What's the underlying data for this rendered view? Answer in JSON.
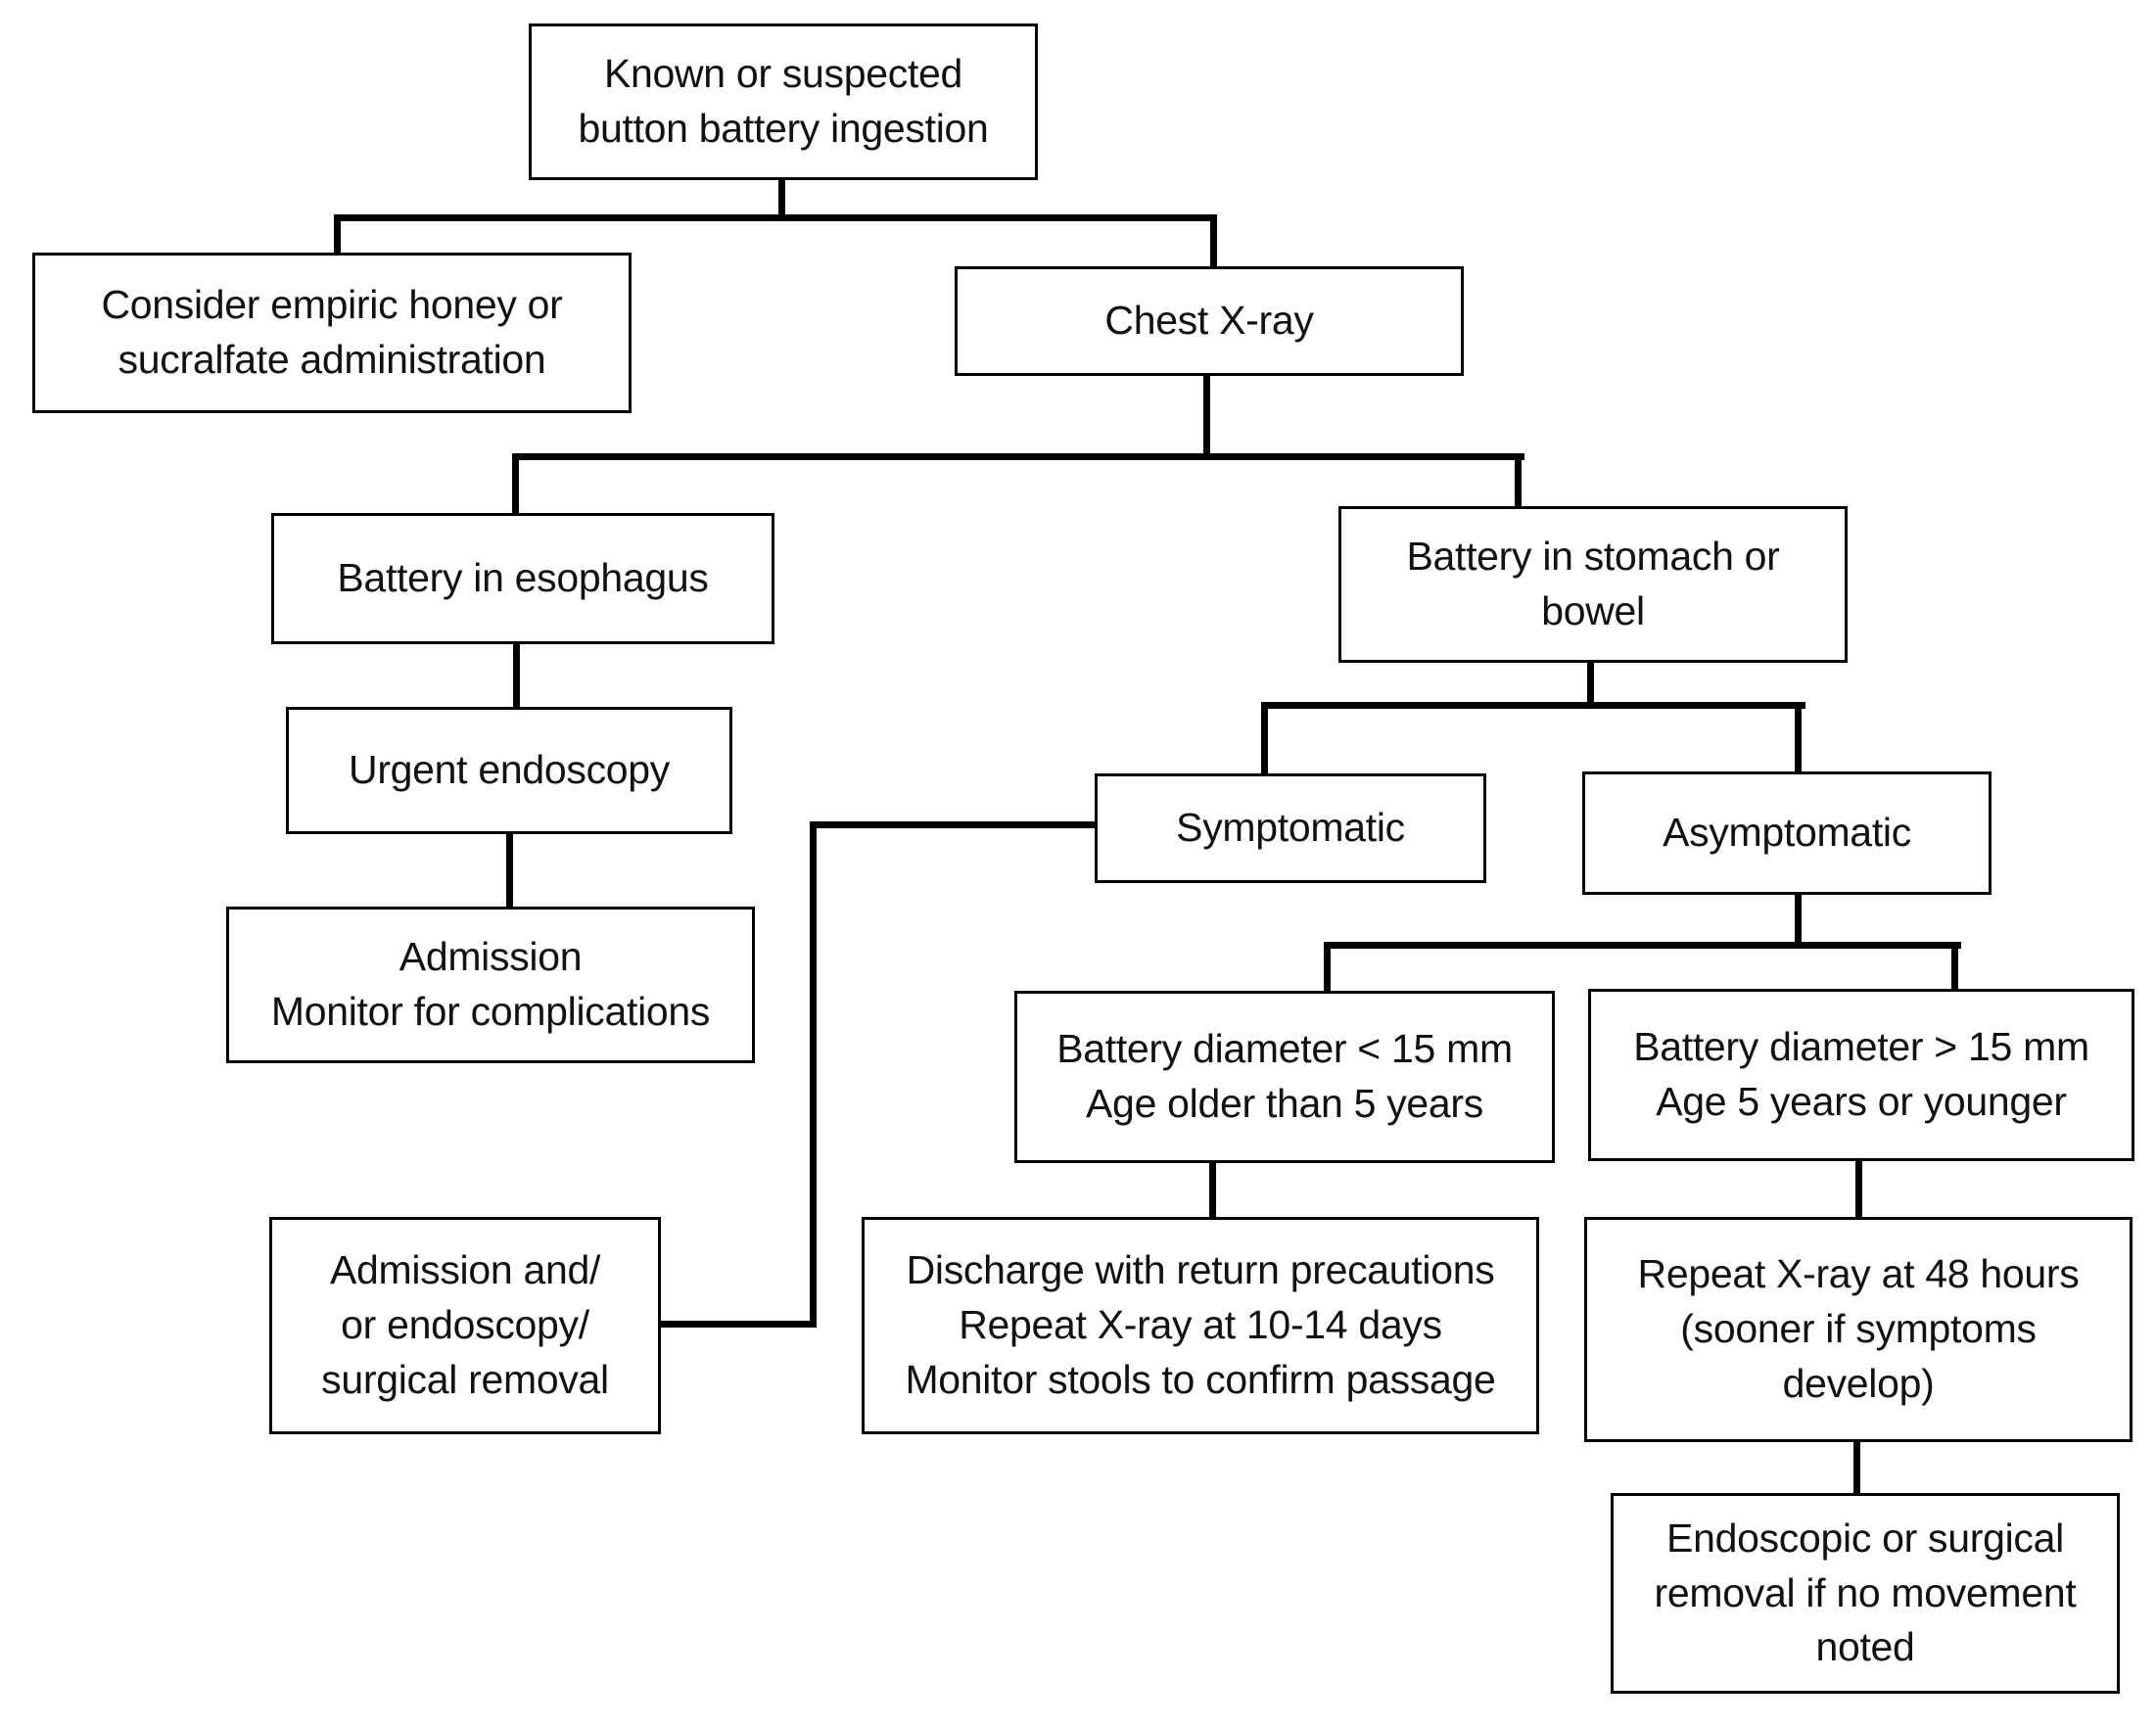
{
  "colors": {
    "background": "#ffffff",
    "box_border": "#000000",
    "connector": "#000000",
    "text": "#111111"
  },
  "nodes": {
    "start": {
      "lines": [
        "Known or suspected",
        "button battery ingestion"
      ]
    },
    "honey": {
      "lines": [
        "Consider empiric honey or",
        "sucralfate administration"
      ]
    },
    "chest_xray": {
      "lines": [
        "Chest X-ray"
      ]
    },
    "esophagus": {
      "lines": [
        "Battery in esophagus"
      ]
    },
    "stomach_bowel": {
      "lines": [
        "Battery in stomach or",
        "bowel"
      ]
    },
    "urgent_endoscopy": {
      "lines": [
        "Urgent endoscopy"
      ]
    },
    "admission_monitor": {
      "lines": [
        "Admission",
        "Monitor for complications"
      ]
    },
    "symptomatic": {
      "lines": [
        "Symptomatic"
      ]
    },
    "asymptomatic": {
      "lines": [
        "Asymptomatic"
      ]
    },
    "small_battery_older": {
      "lines": [
        "Battery diameter < 15 mm",
        "Age older than 5 years"
      ]
    },
    "large_battery_younger": {
      "lines": [
        "Battery diameter > 15 mm",
        "Age 5 years or younger"
      ]
    },
    "admission_endoscopy_surgical": {
      "lines": [
        "Admission and/",
        "or endoscopy/",
        "surgical removal"
      ]
    },
    "discharge": {
      "lines": [
        "Discharge with return precautions",
        "Repeat X-ray at 10-14 days",
        "Monitor stools to confirm passage"
      ]
    },
    "repeat_xray_48h": {
      "lines": [
        "Repeat X-ray at 48 hours",
        "(sooner if symptoms",
        "develop)"
      ]
    },
    "endoscopic_surgical": {
      "lines": [
        "Endoscopic or surgical",
        "removal if no movement",
        "noted"
      ]
    }
  },
  "edges": [
    {
      "from": "start",
      "to": "honey"
    },
    {
      "from": "start",
      "to": "chest_xray"
    },
    {
      "from": "chest_xray",
      "to": "esophagus"
    },
    {
      "from": "chest_xray",
      "to": "stomach_bowel"
    },
    {
      "from": "esophagus",
      "to": "urgent_endoscopy"
    },
    {
      "from": "urgent_endoscopy",
      "to": "admission_monitor"
    },
    {
      "from": "stomach_bowel",
      "to": "symptomatic"
    },
    {
      "from": "stomach_bowel",
      "to": "asymptomatic"
    },
    {
      "from": "symptomatic",
      "to": "admission_endoscopy_surgical"
    },
    {
      "from": "asymptomatic",
      "to": "small_battery_older"
    },
    {
      "from": "asymptomatic",
      "to": "large_battery_younger"
    },
    {
      "from": "small_battery_older",
      "to": "discharge"
    },
    {
      "from": "large_battery_younger",
      "to": "repeat_xray_48h"
    },
    {
      "from": "repeat_xray_48h",
      "to": "endoscopic_surgical"
    }
  ]
}
